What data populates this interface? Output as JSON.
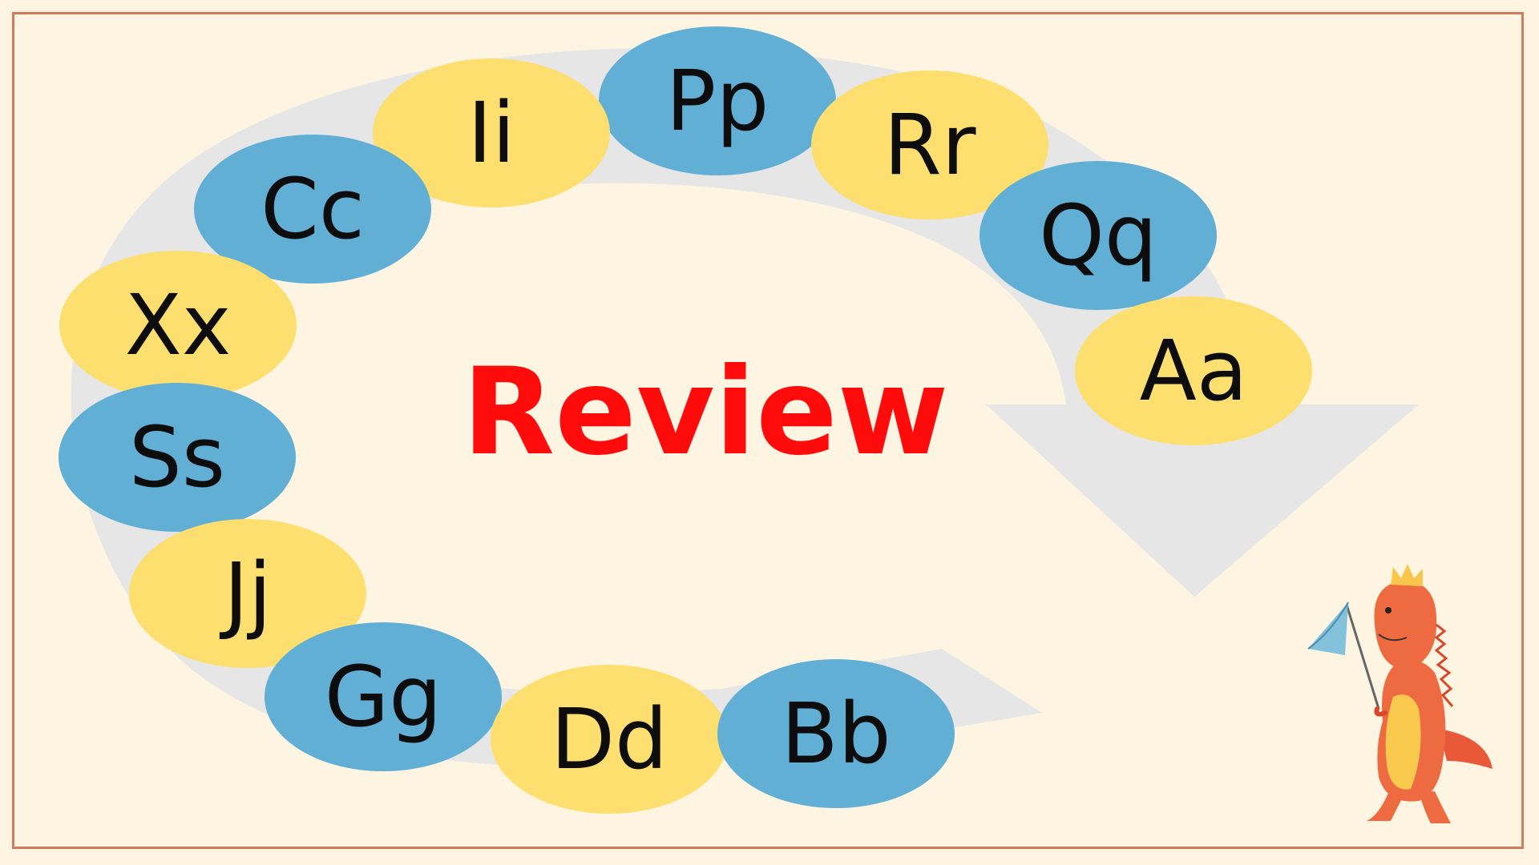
{
  "title": "Review",
  "colors": {
    "background": "#fdf5e2",
    "frame": "#d27a5a",
    "arrow": "#e6e6e6",
    "oval_blue": "#62afd5",
    "oval_yellow": "#fddf6f",
    "title": "#ff0b0b",
    "letters": "#0d0d0d"
  },
  "letters": [
    {
      "text": "Pp",
      "color": "blue"
    },
    {
      "text": "Rr",
      "color": "yellow"
    },
    {
      "text": "Qq",
      "color": "blue"
    },
    {
      "text": "Aa",
      "color": "yellow"
    },
    {
      "text": "Ii",
      "color": "yellow"
    },
    {
      "text": "Cc",
      "color": "blue"
    },
    {
      "text": "Xx",
      "color": "yellow"
    },
    {
      "text": "Ss",
      "color": "blue"
    },
    {
      "text": "Jj",
      "color": "yellow"
    },
    {
      "text": "Gg",
      "color": "blue"
    },
    {
      "text": "Dd",
      "color": "yellow"
    },
    {
      "text": "Bb",
      "color": "blue"
    }
  ],
  "mascot": {
    "icon": "dinosaur-with-net-icon"
  }
}
